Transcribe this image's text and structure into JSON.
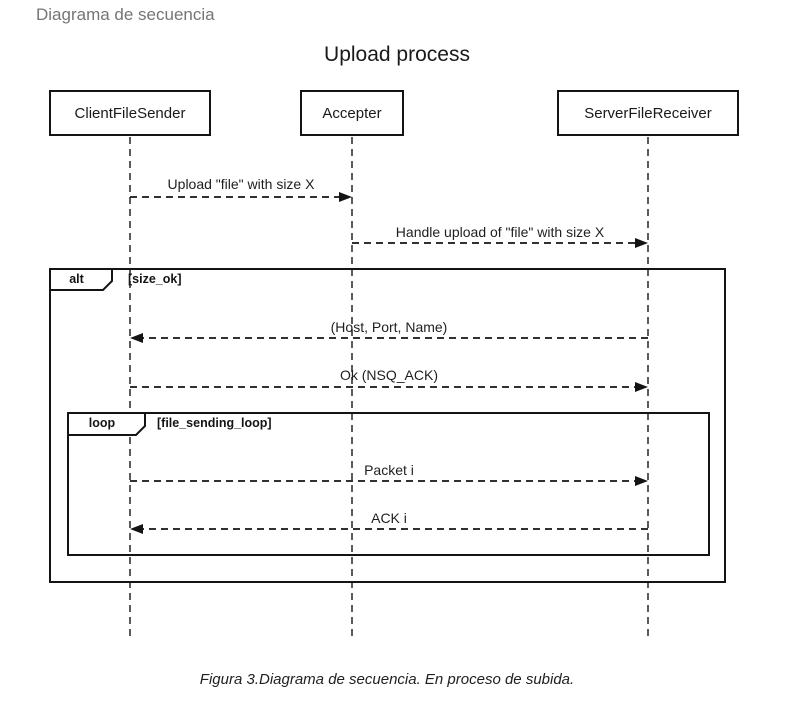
{
  "header": {
    "label": "Diagrama de secuencia"
  },
  "diagram": {
    "title": "Upload process",
    "type": "uml-sequence-diagram",
    "caption": "Figura 3.Diagrama de secuencia. En proceso de subida."
  },
  "actors": [
    {
      "name": "ClientFileSender"
    },
    {
      "name": "Accepter"
    },
    {
      "name": "ServerFileReceiver"
    }
  ],
  "messages": [
    {
      "label": "Upload \"file\" with size X",
      "from": "ClientFileSender",
      "to": "Accepter",
      "style": "dashed"
    },
    {
      "label": "Handle upload of \"file\" with size X",
      "from": "Accepter",
      "to": "ServerFileReceiver",
      "style": "dashed"
    },
    {
      "label": "(Host, Port, Name)",
      "from": "ServerFileReceiver",
      "to": "ClientFileSender",
      "style": "dashed"
    },
    {
      "label": "Ok (NSQ_ACK)",
      "from": "ClientFileSender",
      "to": "ServerFileReceiver",
      "style": "dashed"
    },
    {
      "label": "Packet i",
      "from": "ClientFileSender",
      "to": "ServerFileReceiver",
      "style": "dashed"
    },
    {
      "label": "ACK i",
      "from": "ServerFileReceiver",
      "to": "ClientFileSender",
      "style": "dashed"
    }
  ],
  "frames": {
    "alt": {
      "operator": "alt",
      "condition": "[size_ok]"
    },
    "loop": {
      "operator": "loop",
      "condition": "[file_sending_loop]"
    }
  },
  "colors": {
    "line": "#141414",
    "lifeline": "#333333",
    "heading_gray": "#757575",
    "background": "#ffffff"
  }
}
